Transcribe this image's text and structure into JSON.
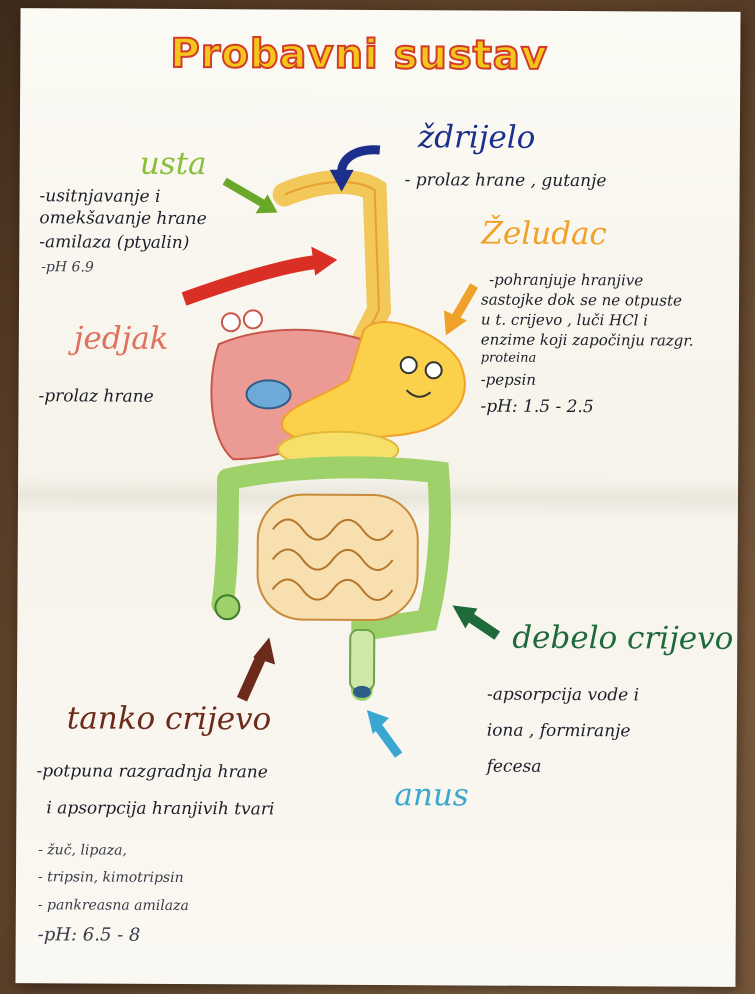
{
  "title": "Probavni sustav",
  "organs": {
    "usta": {
      "label": "usta",
      "color": "#8bbf3a",
      "lines": [
        "-usitnjavanje i",
        "omekšavanje hrane",
        "-amilaza (ptyalin)",
        "-pH 6.9"
      ]
    },
    "zdrijelo": {
      "label": "ždrijelo",
      "color": "#1c2f8a",
      "lines": [
        "- prolaz hrane , gutanje"
      ]
    },
    "zeludac": {
      "label": "Želudac",
      "color": "#f0a12a",
      "lines": [
        "-pohranjuje hranjive",
        "sastojke dok se ne otpuste",
        "u t. crijevo , luči HCl i",
        "enzime koji započinju razgr.",
        "proteina",
        "-pepsin",
        "-pH: 1.5 - 2.5"
      ]
    },
    "jedjak": {
      "label": "jedjak",
      "color": "#e0705e",
      "lines": [
        "-prolaz hrane"
      ]
    },
    "debelo": {
      "label": "debelo crijevo",
      "color": "#1f6a3a",
      "lines": [
        "-apsorpcija vode i",
        "iona , formiranje",
        "fecesa"
      ]
    },
    "tanko": {
      "label": "tanko crijevo",
      "color": "#6b2a1a",
      "lines": [
        "-potpuna razgradnja hrane",
        "i apsorpcija hranjivih tvari",
        "- žuč, lipaza,",
        "- tripsin, kimotripsin",
        "- pankreasna amilaza",
        "-pH: 6.5 - 8"
      ]
    },
    "anus": {
      "label": "anus",
      "color": "#3aa7d0"
    }
  }
}
